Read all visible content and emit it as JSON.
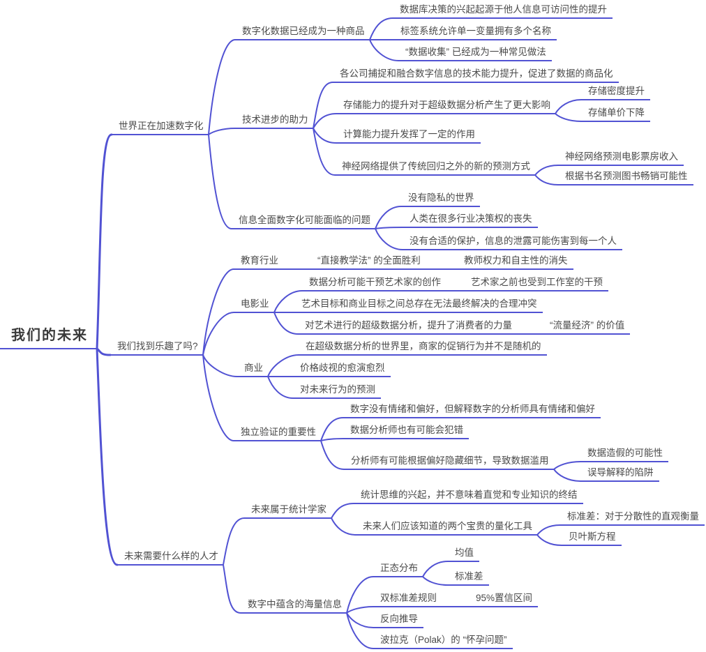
{
  "title": "我们的未来思维导图",
  "colors": {
    "line": "#5152d3",
    "text": "#4a4a4a",
    "root_text": "#3a3a3a",
    "background": "#ffffff"
  },
  "nodes": {
    "root": {
      "text": "我们的未来"
    },
    "b1": {
      "text": "世界正在加速数字化"
    },
    "b1c1": {
      "text": "数字化数据已经成为一种商品"
    },
    "b1c1a": {
      "text": "数据库决策的兴起起源于他人信息可访问性的提升"
    },
    "b1c1b": {
      "text": "标签系统允许单一变量拥有多个名称"
    },
    "b1c1c": {
      "text": "“数据收集” 已经成为一种常见做法"
    },
    "b1c2": {
      "text": "技术进步的助力"
    },
    "b1c2a": {
      "text": "各公司捕捉和融合数字信息的技术能力提升，促进了数据的商品化"
    },
    "b1c2b": {
      "text": "存储能力的提升对于超级数据分析产生了更大影响"
    },
    "b1c2b1": {
      "text": "存储密度提升"
    },
    "b1c2b2": {
      "text": "存储单价下降"
    },
    "b1c2c": {
      "text": "计算能力提升发挥了一定的作用"
    },
    "b1c2d": {
      "text": "神经网络提供了传统回归之外的新的预测方式"
    },
    "b1c2d1": {
      "text": "神经网络预测电影票房收入"
    },
    "b1c2d2": {
      "text": "根据书名预测图书畅销可能性"
    },
    "b1c3": {
      "text": "信息全面数字化可能面临的问题"
    },
    "b1c3a": {
      "text": "没有隐私的世界"
    },
    "b1c3b": {
      "text": "人类在很多行业决策权的丧失"
    },
    "b1c3c": {
      "text": "没有合适的保护，信息的泄露可能伤害到每一个人"
    },
    "b2": {
      "text": "我们找到乐趣了吗?"
    },
    "b2c1": {
      "text": "教育行业"
    },
    "b2c1a": {
      "text": "“直接教学法” 的全面胜利"
    },
    "b2c1a1": {
      "text": "教师权力和自主性的消失"
    },
    "b2c2": {
      "text": "电影业"
    },
    "b2c2a": {
      "text": "数据分析可能干预艺术家的创作"
    },
    "b2c2a1": {
      "text": "艺术家之前也受到工作室的干预"
    },
    "b2c2b": {
      "text": "艺术目标和商业目标之间总存在无法最终解决的合理冲突"
    },
    "b2c2c": {
      "text": "对艺术进行的超级数据分析，提升了消费者的力量"
    },
    "b2c2c1": {
      "text": "“流量经济” 的价值"
    },
    "b2c3": {
      "text": "商业"
    },
    "b2c3a": {
      "text": "在超级数据分析的世界里，商家的促销行为并不是随机的"
    },
    "b2c3b": {
      "text": "价格歧视的愈演愈烈"
    },
    "b2c3c": {
      "text": "对未来行为的预测"
    },
    "b2c4": {
      "text": "独立验证的重要性"
    },
    "b2c4a": {
      "text": "数字没有情绪和偏好，但解释数字的分析师具有情绪和偏好"
    },
    "b2c4b": {
      "text": "数据分析师也有可能会犯错"
    },
    "b2c4c": {
      "text": "分析师有可能根据偏好隐藏细节，导致数据滥用"
    },
    "b2c4c1": {
      "text": "数据造假的可能性"
    },
    "b2c4c2": {
      "text": "误导解释的陷阱"
    },
    "b3": {
      "text": "未来需要什么样的人才"
    },
    "b3c1": {
      "text": "未来属于统计学家"
    },
    "b3c1a": {
      "text": "统计思维的兴起，并不意味着直觉和专业知识的终结"
    },
    "b3c1b": {
      "text": "未来人们应该知道的两个宝贵的量化工具"
    },
    "b3c1b1": {
      "text": "标准差：对于分散性的直观衡量"
    },
    "b3c1b2": {
      "text": "贝叶斯方程"
    },
    "b3c2": {
      "text": "数字中蕴含的海量信息"
    },
    "b3c2a": {
      "text": "正态分布"
    },
    "b3c2a1": {
      "text": "均值"
    },
    "b3c2a2": {
      "text": "标准差"
    },
    "b3c2b": {
      "text": "双标准差规则"
    },
    "b3c2b1": {
      "text": "95%置信区间"
    },
    "b3c2c": {
      "text": "反向推导"
    },
    "b3c2d": {
      "text": "波拉克（Polak）的 “怀孕问题”"
    }
  },
  "edges": [
    [
      "root",
      "b1"
    ],
    [
      "root",
      "b2"
    ],
    [
      "root",
      "b3"
    ],
    [
      "b1",
      "b1c1"
    ],
    [
      "b1",
      "b1c2"
    ],
    [
      "b1",
      "b1c3"
    ],
    [
      "b1c1",
      "b1c1a"
    ],
    [
      "b1c1",
      "b1c1b"
    ],
    [
      "b1c1",
      "b1c1c"
    ],
    [
      "b1c2",
      "b1c2a"
    ],
    [
      "b1c2",
      "b1c2b"
    ],
    [
      "b1c2",
      "b1c2c"
    ],
    [
      "b1c2",
      "b1c2d"
    ],
    [
      "b1c2b",
      "b1c2b1"
    ],
    [
      "b1c2b",
      "b1c2b2"
    ],
    [
      "b1c2d",
      "b1c2d1"
    ],
    [
      "b1c2d",
      "b1c2d2"
    ],
    [
      "b1c3",
      "b1c3a"
    ],
    [
      "b1c3",
      "b1c3b"
    ],
    [
      "b1c3",
      "b1c3c"
    ],
    [
      "b2",
      "b2c1"
    ],
    [
      "b2",
      "b2c2"
    ],
    [
      "b2",
      "b2c3"
    ],
    [
      "b2",
      "b2c4"
    ],
    [
      "b2c1",
      "b2c1a"
    ],
    [
      "b2c1a",
      "b2c1a1"
    ],
    [
      "b2c2",
      "b2c2a"
    ],
    [
      "b2c2",
      "b2c2b"
    ],
    [
      "b2c2",
      "b2c2c"
    ],
    [
      "b2c2a",
      "b2c2a1"
    ],
    [
      "b2c2c",
      "b2c2c1"
    ],
    [
      "b2c3",
      "b2c3a"
    ],
    [
      "b2c3",
      "b2c3b"
    ],
    [
      "b2c3",
      "b2c3c"
    ],
    [
      "b2c4",
      "b2c4a"
    ],
    [
      "b2c4",
      "b2c4b"
    ],
    [
      "b2c4",
      "b2c4c"
    ],
    [
      "b2c4c",
      "b2c4c1"
    ],
    [
      "b2c4c",
      "b2c4c2"
    ],
    [
      "b3",
      "b3c1"
    ],
    [
      "b3",
      "b3c2"
    ],
    [
      "b3c1",
      "b3c1a"
    ],
    [
      "b3c1",
      "b3c1b"
    ],
    [
      "b3c1b",
      "b3c1b1"
    ],
    [
      "b3c1b",
      "b3c1b2"
    ],
    [
      "b3c2",
      "b3c2a"
    ],
    [
      "b3c2",
      "b3c2b"
    ],
    [
      "b3c2",
      "b3c2c"
    ],
    [
      "b3c2",
      "b3c2d"
    ],
    [
      "b3c2a",
      "b3c2a1"
    ],
    [
      "b3c2a",
      "b3c2a2"
    ],
    [
      "b3c2b",
      "b3c2b1"
    ]
  ]
}
